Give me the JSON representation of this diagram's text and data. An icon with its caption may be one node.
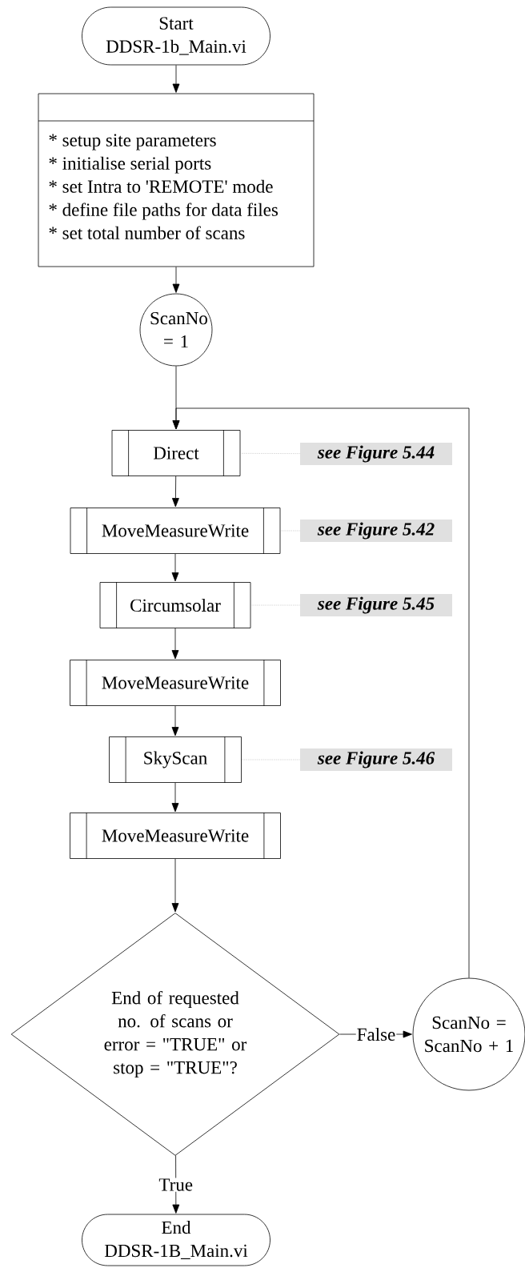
{
  "diagram": {
    "nodes": [
      {
        "text": [
          "Start",
          "DDSR-1b_Main.vi"
        ]
      },
      {
        "text": [
          "* setup site parameters",
          "* initialise serial ports",
          "* set Intra to 'REMOTE' mode",
          "* define file paths for data files",
          "* set total number of scans"
        ]
      },
      {
        "text": [
          "ScanNo = 1"
        ]
      },
      {
        "text": [
          "Direct"
        ]
      },
      {
        "text": [
          "MoveMeasureWrite"
        ]
      },
      {
        "text": [
          "Circumsolar"
        ]
      },
      {
        "text": [
          "MoveMeasureWrite"
        ]
      },
      {
        "text": [
          "SkyScan"
        ]
      },
      {
        "text": [
          "MoveMeasureWrite"
        ]
      },
      {
        "text": [
          "End of requested no. of scans or error = \"TRUE\" or stop = \"TRUE\"?"
        ]
      },
      {
        "text": [
          "ScanNo = ScanNo + 1"
        ]
      },
      {
        "text": [
          "End",
          "DDSR-1B_Main.vi"
        ]
      },
      {
        "text": [
          "see Figure 5.44"
        ]
      },
      {
        "text": [
          "see Figure 5.42"
        ]
      },
      {
        "text": [
          "see Figure 5.45"
        ]
      },
      {
        "text": [
          "see Figure 5.46"
        ]
      }
    ],
    "edges": [
      {
        "from": 0,
        "to": 1,
        "arrow": "to"
      },
      {
        "from": 1,
        "to": 2,
        "arrow": "to"
      },
      {
        "from": 2,
        "to": 3,
        "arrow": "to"
      },
      {
        "from": 3,
        "to": 4,
        "arrow": "to"
      },
      {
        "from": 4,
        "to": 5,
        "arrow": "to"
      },
      {
        "from": 5,
        "to": 6,
        "arrow": "to"
      },
      {
        "from": 6,
        "to": 7,
        "arrow": "to"
      },
      {
        "from": 7,
        "to": 8,
        "arrow": "to"
      },
      {
        "from": 8,
        "to": 9,
        "arrow": "to"
      },
      {
        "from": 9,
        "to": 10,
        "arrow": "to",
        "label": "False"
      },
      {
        "from": 10,
        "to": 3,
        "arrow": "to"
      },
      {
        "from": 9,
        "to": 11,
        "arrow": "to",
        "label": "True"
      },
      {
        "from": 12,
        "to": 3,
        "arrow": "none",
        "style": "dashed",
        "color": "#9a9a9a"
      },
      {
        "from": 13,
        "to": 4,
        "arrow": "none",
        "style": "dashed",
        "color": "#9a9a9a"
      },
      {
        "from": 14,
        "to": 5,
        "arrow": "none",
        "style": "dashed",
        "color": "#9a9a9a"
      },
      {
        "from": 15,
        "to": 7,
        "arrow": "none",
        "style": "dashed",
        "color": "#9a9a9a"
      }
    ]
  }
}
